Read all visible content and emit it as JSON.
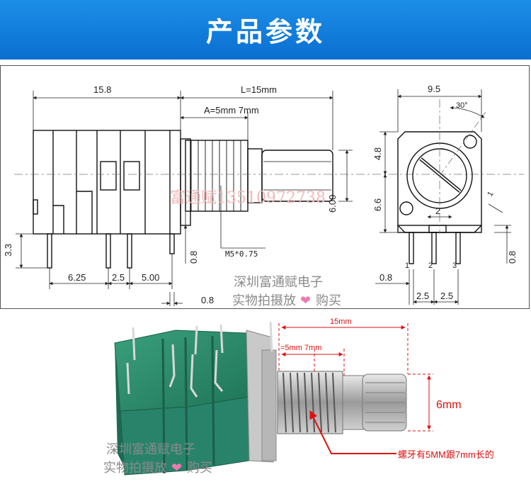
{
  "header": {
    "title": "产品参数"
  },
  "drawing": {
    "front": {
      "body_length": "15.8",
      "shaft_length": "L=15mm",
      "thread_length": "A=5mm 7mm",
      "shaft_diameter": "6.00",
      "thread_spec": "M5*0.75",
      "pin_height": "3.3",
      "pin_spacing_1": "6.25",
      "pin_spacing_2": "2.5",
      "pin_spacing_3": "5.00",
      "pin_thickness": "0.8",
      "bottom_offset": "0.8"
    },
    "side": {
      "width": "9.5",
      "angle": "30°",
      "upper_height": "4.8",
      "lower_height": "6.6",
      "center_gap": "2",
      "side_marker": "1",
      "pin_thickness_right": "0.8",
      "pin_thickness_left": "0.8",
      "pin_spacing_1": "2.5",
      "pin_spacing_2": "2.5",
      "pin_labels": [
        "1",
        "2",
        "3"
      ]
    }
  },
  "watermarks": {
    "phone": "富通赋13510972738",
    "shop_line1": "深圳富通赋电子",
    "shop_line2_left": "实物拍摄放",
    "shop_line2_right": "购买"
  },
  "photo": {
    "shaft_length": "15mm",
    "thread_length": "=5mm  7mm",
    "shaft_diameter": "6mm",
    "note": "螺牙有5MM跟7mm长的"
  },
  "colors": {
    "banner": "#0a6fd0",
    "pcb_green": "#2f8f6f",
    "label_red": "#dd1111",
    "heart": "#f07ab0"
  }
}
